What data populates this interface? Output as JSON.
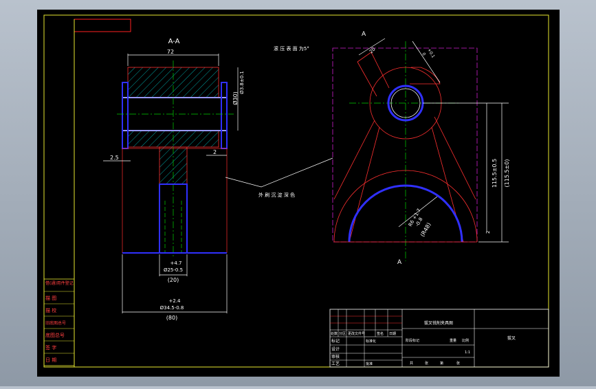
{
  "section_label": "A-A",
  "tech_note": "滚 压 表 面 为5°",
  "view_mark": "A",
  "annotation_leader": "外 刷 沉 淀 深 色",
  "dims": {
    "width_72": "72",
    "dia_phi30": "Ø30)",
    "dia_minor": "Ø3.8±0.1",
    "offset_2_5": "2.5",
    "offset_2": "2",
    "tol_top": "+4.7",
    "dia_25": "Ø25-0.5",
    "len_20": "(20)",
    "tol_top2": "+2.4",
    "dia_34": "Ø34.5-0.8",
    "len_80": "(80)",
    "angle_20": "20",
    "angle_top": "+0.1",
    "angle_bot": "0",
    "r_6": "R6 +1.7",
    "r_6b": "-0.8",
    "r_48": "(R48)",
    "h_155": "115.5±0.5",
    "h_155b": "(115.5±0)",
    "edge_2": "2"
  },
  "title_block": {
    "drawing_title": "拔叉铣削夹具图",
    "part_name": "拔叉",
    "rows_left": [
      "标记",
      "设计",
      "审核",
      "工艺"
    ],
    "cols_top": [
      "处数",
      "分区",
      "更改文件号",
      "签名",
      "日期"
    ],
    "stage_label": "阶段标记",
    "weight_label": "重量",
    "scale_label": "比例",
    "sheet_count": "共",
    "sheet_label": "张",
    "sheet_of": "第",
    "std_label": "标准化",
    "approve_label": "批准",
    "scale_value": "1:1"
  },
  "side_table": [
    "借(通)用件登记",
    "描 图",
    "描 校",
    "旧底图总号",
    "底图总号",
    "签 字",
    "日 期"
  ]
}
